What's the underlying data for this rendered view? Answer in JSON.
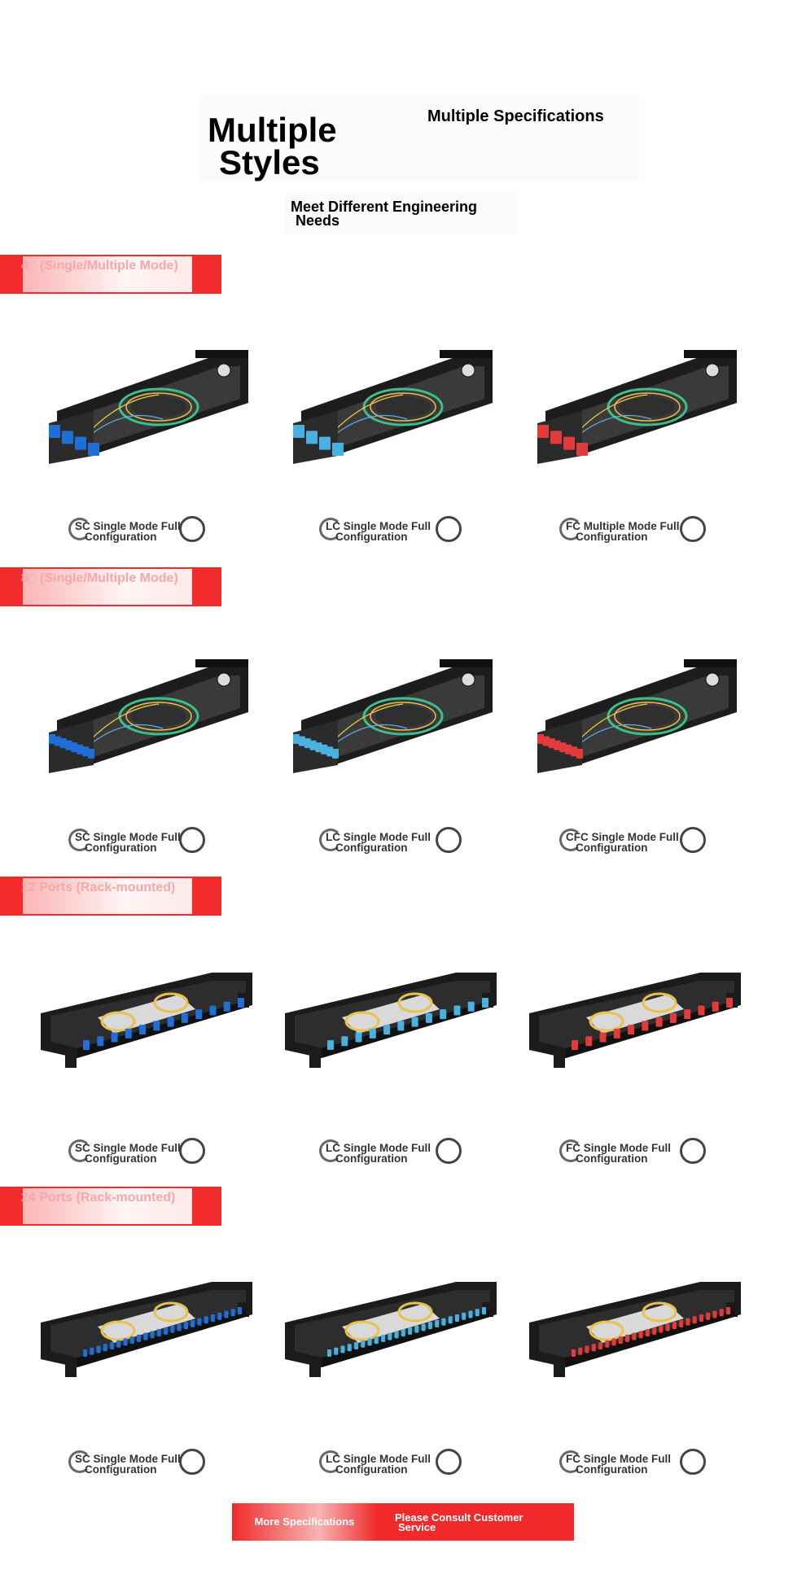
{
  "hero": {
    "title_line1": "Multiple",
    "title_line2": "Styles",
    "spec": "Multiple Specifications",
    "need_line1": "Meet Different Engineering",
    "need_line2": "Needs"
  },
  "sections": [
    {
      "label": "4□ (Single/Multiple Mode)",
      "products": [
        {
          "cap1": "SC Single Mode Full",
          "cap2": "Configuration",
          "connector": "#1f6fd6",
          "style": "box4"
        },
        {
          "cap1": "LC Single Mode Full",
          "cap2": "Configuration",
          "connector": "#4ab0e0",
          "style": "box4"
        },
        {
          "cap1": "FC Multiple Mode Full",
          "cap2": "Configuration",
          "connector": "#e23b3b",
          "style": "box4"
        }
      ]
    },
    {
      "label": "8□ (Single/Multiple Mode)",
      "products": [
        {
          "cap1": "SC Single Mode Full",
          "cap2": "Configuration",
          "connector": "#1f6fd6",
          "style": "box8"
        },
        {
          "cap1": "LC Single Mode Full",
          "cap2": "Configuration",
          "connector": "#4ab0e0",
          "style": "box8"
        },
        {
          "cap1": "CFC Single Mode Full",
          "cap2": "Configuration",
          "connector": "#e23b3b",
          "style": "box8"
        }
      ]
    },
    {
      "label": "12 Ports (Rack-mounted)",
      "products": [
        {
          "cap1": "SC Single Mode Full",
          "cap2": "Configuration",
          "connector": "#1f6fd6",
          "style": "rack12"
        },
        {
          "cap1": "LC Single Mode Full",
          "cap2": "Configuration",
          "connector": "#4ab0e0",
          "style": "rack12"
        },
        {
          "cap1": "FC Single Mode Full",
          "cap2": "Configuration",
          "connector": "#e23b3b",
          "style": "rack12"
        }
      ]
    },
    {
      "label": "24 Ports (Rack-mounted)",
      "products": [
        {
          "cap1": "SC Single Mode Full",
          "cap2": "Configuration",
          "connector": "#1f6fd6",
          "style": "rack24"
        },
        {
          "cap1": "LC Single Mode Full",
          "cap2": "Configuration",
          "connector": "#4ab0e0",
          "style": "rack24"
        },
        {
          "cap1": "FC Single Mode Full",
          "cap2": "Configuration",
          "connector": "#e23b3b",
          "style": "rack24"
        }
      ]
    }
  ],
  "footer": {
    "more_label": "More Specifications",
    "consult_line1": "Please Consult Customer",
    "consult_line2": "Service"
  },
  "colors": {
    "accent": "#f22c2c",
    "chassis": "#2a2a2a"
  }
}
